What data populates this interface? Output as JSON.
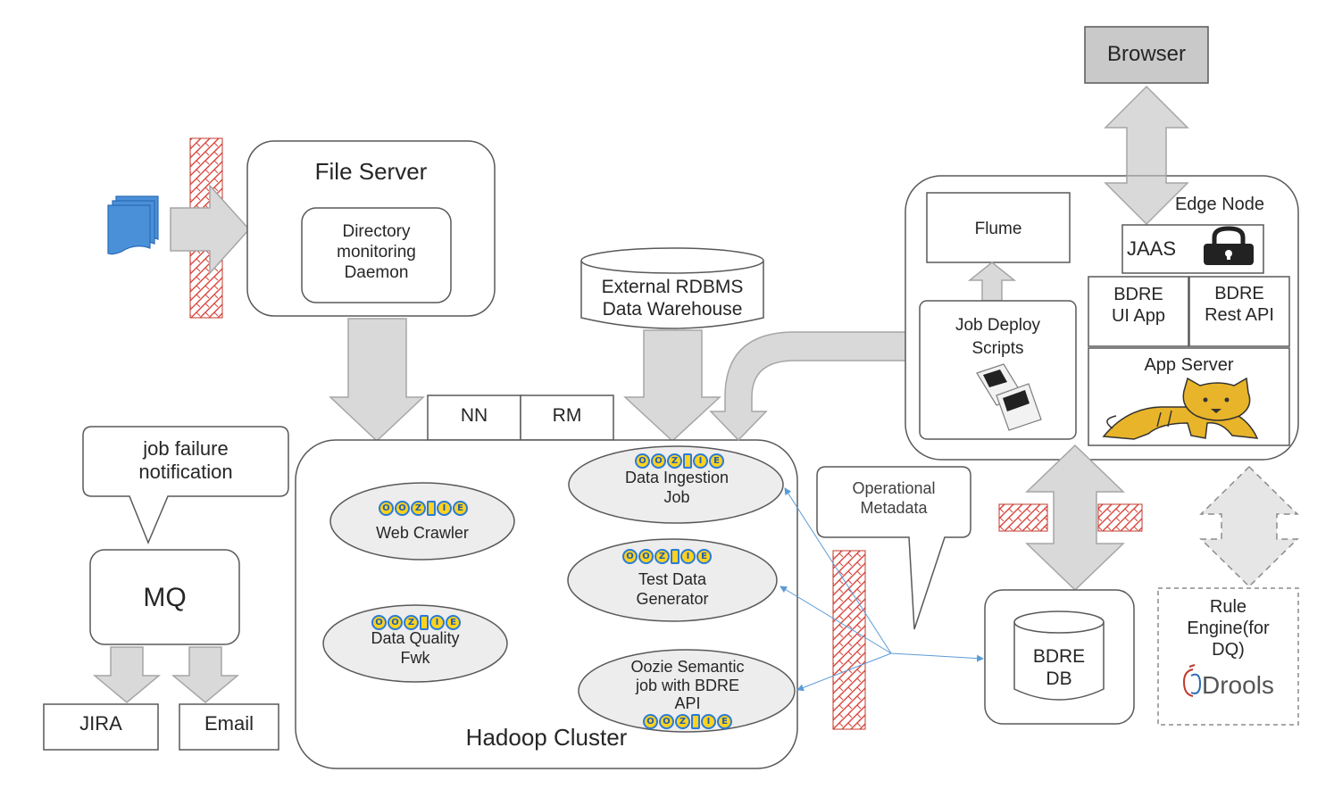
{
  "labels": {
    "browser": "Browser",
    "file_server": "File Server",
    "daemon": [
      "Directory",
      "monitoring",
      "Daemon"
    ],
    "rdbms": [
      "External RDBMS",
      "Data Warehouse"
    ],
    "nn": "NN",
    "rm": "RM",
    "hadoop_cluster": "Hadoop Cluster",
    "web_crawler": "Web Crawler",
    "data_quality": [
      "Data Quality",
      "Fwk"
    ],
    "data_ingestion": [
      "Data Ingestion",
      "Job"
    ],
    "test_data": [
      "Test Data",
      "Generator"
    ],
    "oozie_semantic": [
      "Oozie Semantic",
      "job with BDRE",
      "API"
    ],
    "job_failure": [
      "job failure",
      "notification"
    ],
    "mq": "MQ",
    "jira": "JIRA",
    "email": "Email",
    "operational_metadata": [
      "Operational",
      "Metadata"
    ],
    "edge_node": "Edge Node",
    "flume": "Flume",
    "job_deploy": [
      "Job Deploy",
      "Scripts"
    ],
    "jaas": "JAAS",
    "bdre_ui": [
      "BDRE",
      "UI App"
    ],
    "bdre_rest": [
      "BDRE",
      "Rest API"
    ],
    "app_server": "App Server",
    "bdre_db": [
      "BDRE",
      "DB"
    ],
    "rule_engine": [
      "Rule",
      "Engine(for",
      "DQ)"
    ],
    "drools": "Drools",
    "oozie_logo": "OOZIE"
  },
  "colors": {
    "arrow_fill": "#d9d9d9",
    "arrow_stroke": "#a6a6a6",
    "box_stroke": "#595959",
    "browser_fill": "#c9c9c9",
    "ellipse_fill": "#ededed",
    "firewall": "#d9443c",
    "files_blue": "#4a90d9",
    "connector_blue": "#5b9bd5",
    "tomcat_yellow": "#e8b429",
    "drools_red": "#c0392b"
  },
  "icons": [
    "files-icon",
    "lock-icon",
    "tomcat-icon",
    "terminal-icon",
    "oozie-logo",
    "drools-logo"
  ]
}
